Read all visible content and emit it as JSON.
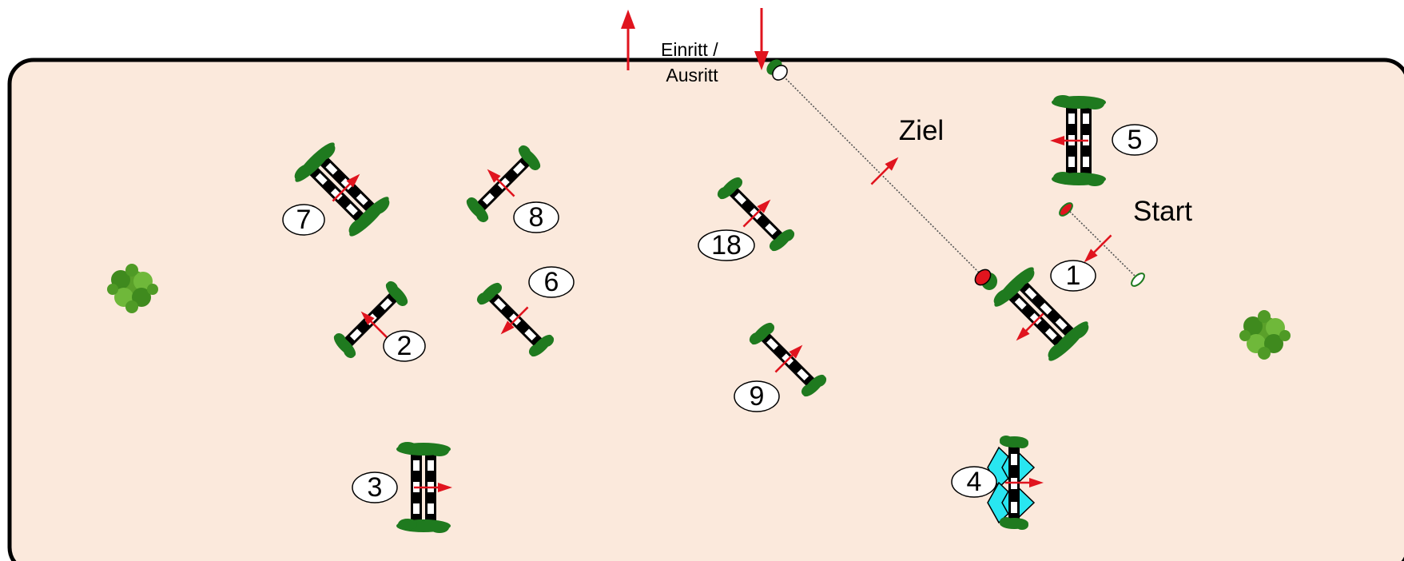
{
  "course": {
    "entrance_label_line1": "Einritt /",
    "entrance_label_line2": "Ausritt",
    "finish_label": "Ziel",
    "start_label": "Start",
    "colors": {
      "arena_fill": "#fbe9dc",
      "arena_border": "#000000",
      "hedge_green": "#1f7a1f",
      "direction_red": "#e0141e",
      "water_cyan": "#29e6f0"
    },
    "obstacles": [
      {
        "number": "1",
        "type": "oxer"
      },
      {
        "number": "2",
        "type": "vertical"
      },
      {
        "number": "3",
        "type": "oxer"
      },
      {
        "number": "4",
        "type": "wall"
      },
      {
        "number": "5",
        "type": "oxer"
      },
      {
        "number": "6",
        "type": "vertical"
      },
      {
        "number": "7",
        "type": "oxer"
      },
      {
        "number": "8",
        "type": "vertical"
      },
      {
        "number": "9",
        "type": "vertical"
      },
      {
        "number": "18",
        "type": "vertical"
      }
    ]
  }
}
